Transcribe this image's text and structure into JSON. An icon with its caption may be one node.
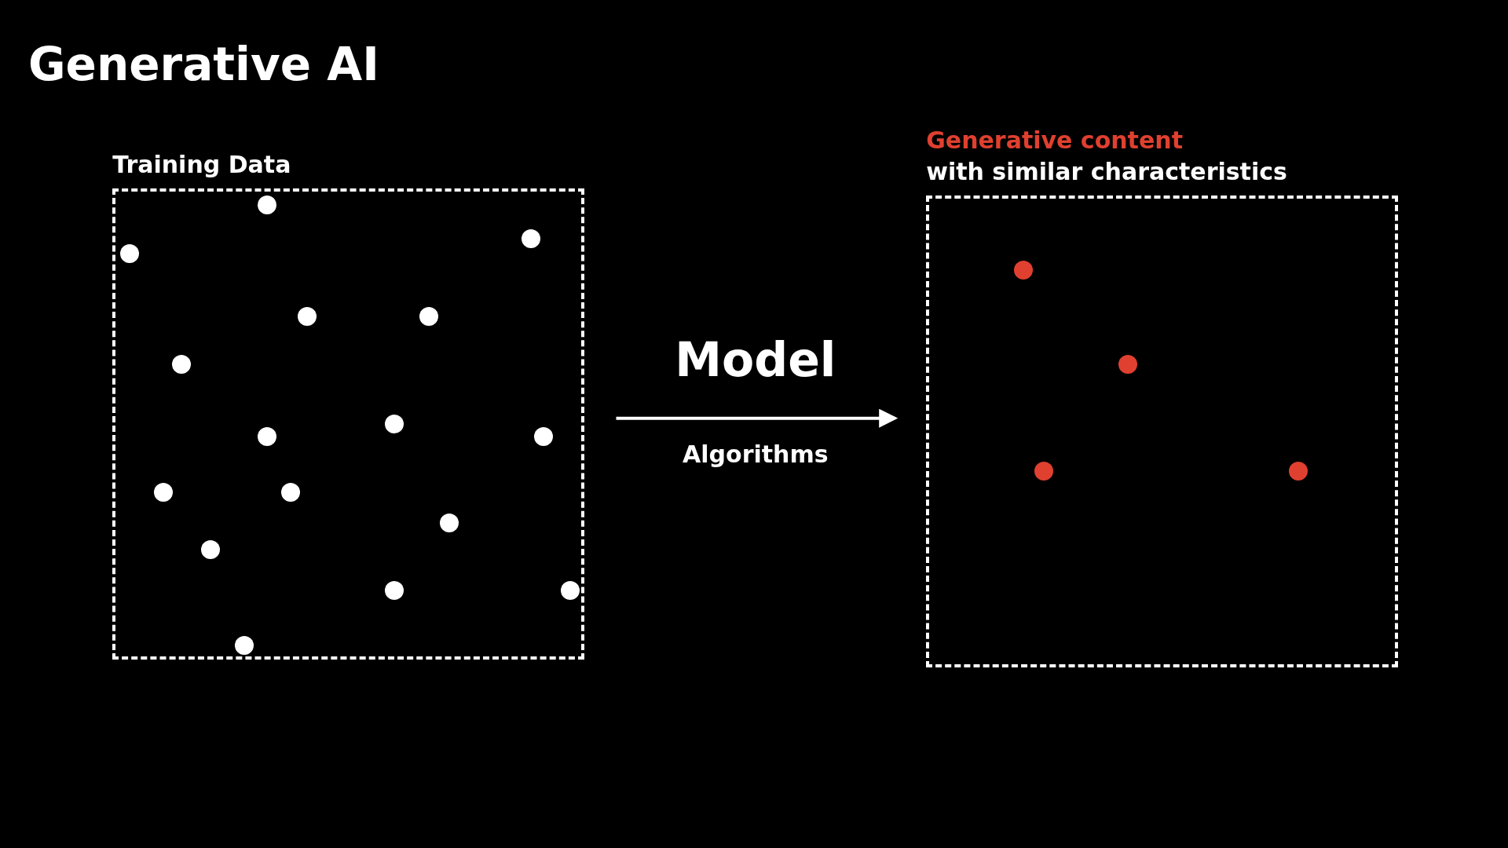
{
  "diagram": {
    "title": "Generative AI",
    "nodes": [
      {
        "text": [
          "Training Data"
        ]
      },
      {
        "text": [],
        "shape": "circle",
        "in": 0
      },
      {
        "text": [],
        "shape": "circle",
        "in": 0
      },
      {
        "text": [],
        "shape": "circle",
        "in": 0
      },
      {
        "text": [],
        "shape": "circle",
        "in": 0
      },
      {
        "text": [],
        "shape": "circle",
        "in": 0
      },
      {
        "text": [],
        "shape": "circle",
        "in": 0
      },
      {
        "text": [],
        "shape": "circle",
        "in": 0
      },
      {
        "text": [],
        "shape": "circle",
        "in": 0
      },
      {
        "text": [],
        "shape": "circle",
        "in": 0
      },
      {
        "text": [],
        "shape": "circle",
        "in": 0
      },
      {
        "text": [],
        "shape": "circle",
        "in": 0
      },
      {
        "text": [],
        "shape": "circle",
        "in": 0
      },
      {
        "text": [],
        "shape": "circle",
        "in": 0
      },
      {
        "text": [],
        "shape": "circle",
        "in": 0
      },
      {
        "text": [],
        "shape": "circle",
        "in": 0
      },
      {
        "text": [],
        "shape": "circle",
        "in": 0
      },
      {
        "text": [
          "Generative content",
          "with similar characteristics"
        ]
      },
      {
        "text": [],
        "shape": "circle",
        "in": 17
      },
      {
        "text": [],
        "shape": "circle",
        "in": 17
      },
      {
        "text": [],
        "shape": "circle",
        "in": 17
      },
      {
        "text": [],
        "shape": "circle",
        "in": 17
      }
    ],
    "edges": [
      {
        "from": 0,
        "to": 17,
        "arrow": "to",
        "label": "Model"
      }
    ],
    "labels": [
      "Algorithms"
    ]
  }
}
